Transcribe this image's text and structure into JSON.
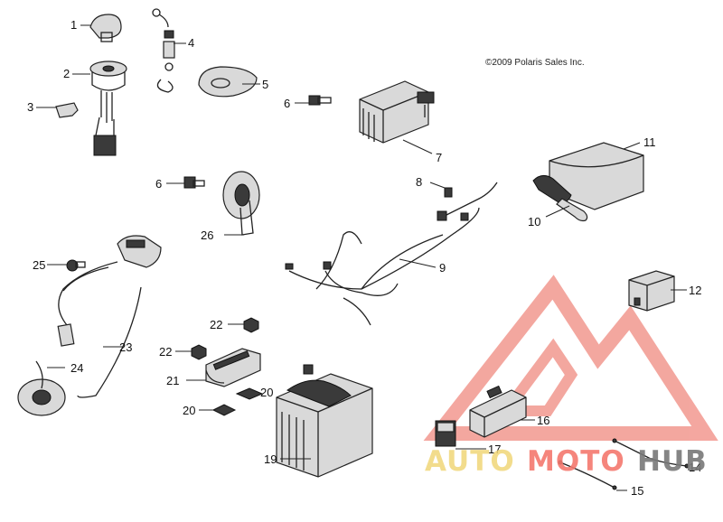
{
  "copyright": "©2009 Polaris Sales Inc.",
  "watermark": {
    "word_auto": "AUTO",
    "word_moto": "MOTO",
    "word_hub": "HUB",
    "triangle_color": "#f08a80",
    "auto_color": "#f0d678",
    "hub_color": "#808080"
  },
  "callouts": [
    {
      "id": "c1",
      "label": "1"
    },
    {
      "id": "c2",
      "label": "2"
    },
    {
      "id": "c3",
      "label": "3"
    },
    {
      "id": "c4",
      "label": "4"
    },
    {
      "id": "c5",
      "label": "5"
    },
    {
      "id": "c6a",
      "label": "6"
    },
    {
      "id": "c6b",
      "label": "6"
    },
    {
      "id": "c7",
      "label": "7"
    },
    {
      "id": "c8",
      "label": "8"
    },
    {
      "id": "c9",
      "label": "9"
    },
    {
      "id": "c10",
      "label": "10"
    },
    {
      "id": "c11",
      "label": "11"
    },
    {
      "id": "c12",
      "label": "12"
    },
    {
      "id": "c14",
      "label": "14"
    },
    {
      "id": "c15",
      "label": "15"
    },
    {
      "id": "c16",
      "label": "16"
    },
    {
      "id": "c17",
      "label": "17"
    },
    {
      "id": "c19",
      "label": "19"
    },
    {
      "id": "c20a",
      "label": "20"
    },
    {
      "id": "c20b",
      "label": "20"
    },
    {
      "id": "c21",
      "label": "21"
    },
    {
      "id": "c22a",
      "label": "22"
    },
    {
      "id": "c22b",
      "label": "22"
    },
    {
      "id": "c23",
      "label": "23"
    },
    {
      "id": "c24",
      "label": "24"
    },
    {
      "id": "c25",
      "label": "25"
    },
    {
      "id": "c26",
      "label": "26"
    }
  ]
}
